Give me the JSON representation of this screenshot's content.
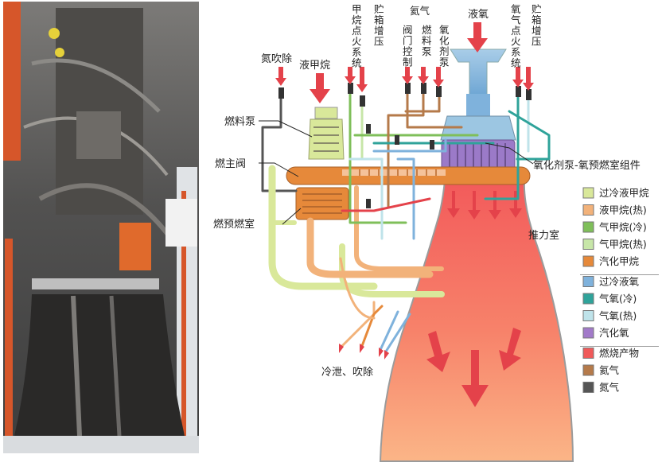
{
  "diagram": {
    "labels": {
      "nitrogen_purge": "氮吹除",
      "liquid_methane": "液甲烷",
      "methane_ignition": "甲烷点火系统",
      "tank_pressurization_methane": "贮箱增压",
      "helium": "氦气",
      "valve_control": "阀门控制",
      "fuel_pump_vertical": "燃料泵",
      "oxidizer_pump_vertical": "氧化剂泵",
      "liquid_oxygen": "液氧",
      "oxygen_ignition": "氧气点火系统",
      "tank_pressurization_oxygen": "贮箱增压",
      "fuel_pump": "燃料泵",
      "main_fuel_valve": "燃主阀",
      "fuel_preburner": "燃预燃室",
      "ox_pump_assembly": "氧化剂泵-氧预燃室组件",
      "thrust_chamber": "推力室",
      "cooling_purge": "冷泄、吹除"
    },
    "legend": [
      {
        "label": "过冷液甲烷",
        "color": "#d9e89a"
      },
      {
        "label": "液甲烷(热)",
        "color": "#f2b27a"
      },
      {
        "label": "气甲烷(冷)",
        "color": "#7fbf5a"
      },
      {
        "label": "气甲烷(热)",
        "color": "#c7e6a8"
      },
      {
        "label": "汽化甲烷",
        "color": "#e6893a"
      },
      {
        "label": "过冷液氧",
        "color": "#7fb2dc"
      },
      {
        "label": "气氧(冷)",
        "color": "#2fa39a"
      },
      {
        "label": "气氧(热)",
        "color": "#bfe3ea"
      },
      {
        "label": "汽化氧",
        "color": "#a27ac9"
      },
      {
        "label": "燃烧产物",
        "color": "#f05a5a"
      },
      {
        "label": "氦气",
        "color": "#b57a4a"
      },
      {
        "label": "氮气",
        "color": "#555555"
      }
    ]
  }
}
